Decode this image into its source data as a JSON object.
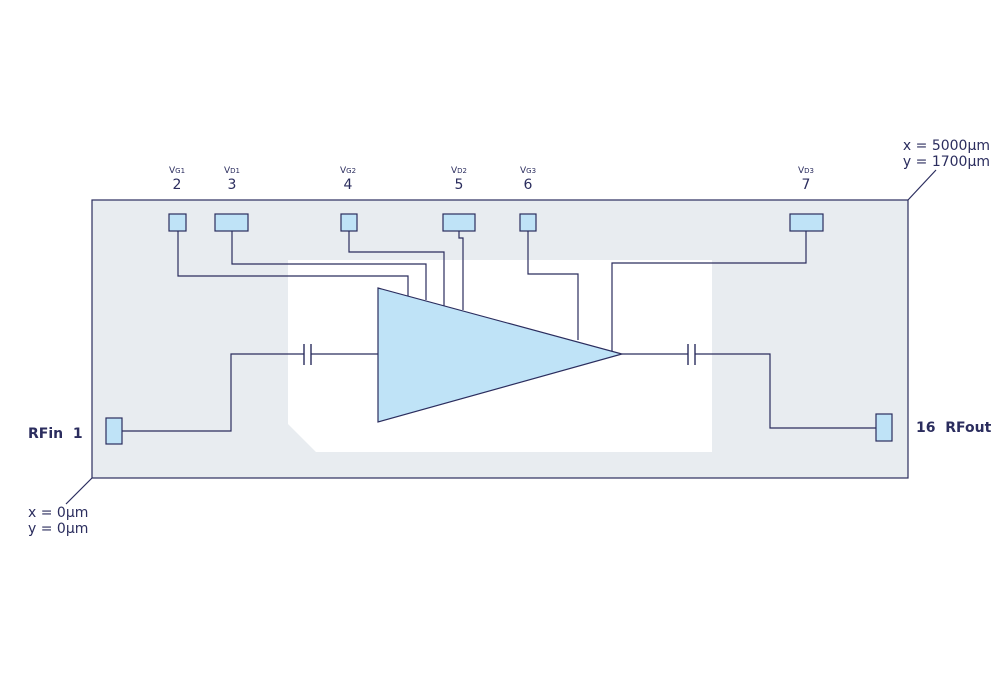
{
  "die": {
    "corner_top_right": {
      "x": "x = 5000µm",
      "y": "y = 1700µm"
    },
    "corner_bottom_left": {
      "x": "x = 0µm",
      "y": "y = 0µm"
    }
  },
  "pins": [
    {
      "main": "V",
      "sub": "G1",
      "number": "2"
    },
    {
      "main": "V",
      "sub": "D1",
      "number": "3"
    },
    {
      "main": "V",
      "sub": "G2",
      "number": "4"
    },
    {
      "main": "V",
      "sub": "D2",
      "number": "5"
    },
    {
      "main": "V",
      "sub": "G3",
      "number": "6"
    },
    {
      "main": "V",
      "sub": "D3",
      "number": "7"
    }
  ],
  "ports": {
    "input": "RFin  1",
    "output": "16  RFout"
  },
  "colors": {
    "die_fill": "#e8ecf0",
    "inner_fill": "#ffffff",
    "pad_fill": "#bfe3f7",
    "amp_fill": "#bfe3f7",
    "stroke": "#2b2d5e"
  }
}
